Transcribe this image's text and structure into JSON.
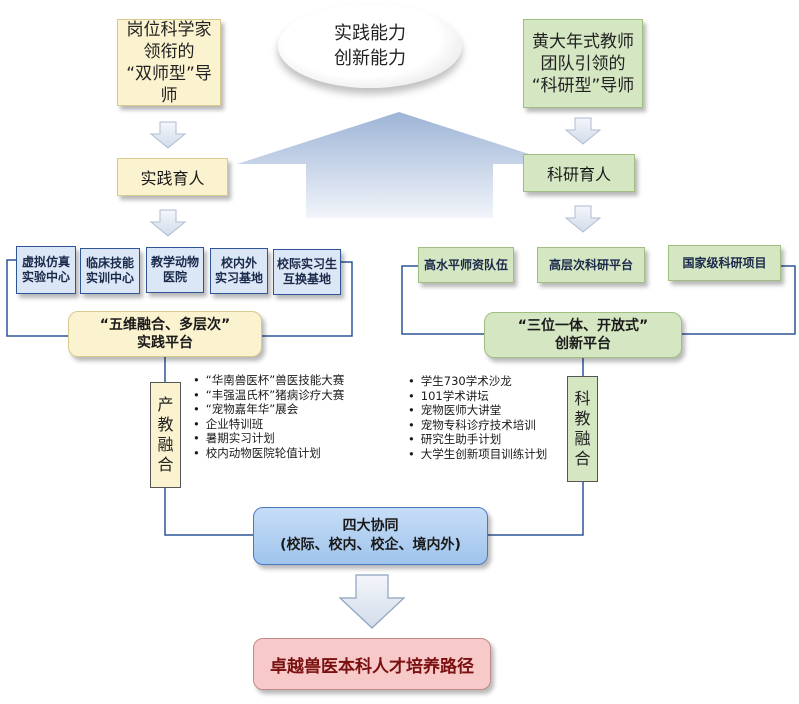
{
  "center_oval": {
    "text": "实践能力\n创新能力"
  },
  "left": {
    "mentor_box": "岗位科学家\n领衔的\n“双师型”导师",
    "education_box": "实践育人",
    "units": [
      "虚拟仿真\n实验中心",
      "临床技能\n实训中心",
      "教学动物\n医院",
      "校内外\n实习基地",
      "校际实习生\n互换基地"
    ],
    "platform": "“五维融合、多层次”\n实践平台",
    "integration_label": "产\n教\n融\n合",
    "activities": [
      "“华南兽医杯”兽医技能大赛",
      "“丰强温氏杯”猪病诊疗大赛",
      "“宠物嘉年华”展会",
      "企业特训班",
      "暑期实习计划",
      "校内动物医院轮值计划"
    ]
  },
  "right": {
    "mentor_box": "黄大年式教师\n团队引领的\n“科研型”导师",
    "education_box": "科研育人",
    "units": [
      "高水平师资队伍",
      "高层次科研平台",
      "国家级科研项目"
    ],
    "platform": "“三位一体、开放式”\n创新平台",
    "integration_label": "科\n教\n融\n合",
    "activities": [
      "学生730学术沙龙",
      "101学术讲坛",
      "宠物医师大讲堂",
      "宠物专科诊疗技术培训",
      "研究生助手计划",
      "大学生创新项目训练计划"
    ]
  },
  "synergy_box": "四大协同\n(校际、校内、校企、境内外)",
  "final_box": "卓越兽医本科人才培养路径",
  "colors": {
    "cream": "#fbf3cf",
    "green": "#d5e6c2",
    "blue": "#dbe6f6",
    "pink": "#f7c9c9",
    "arrow": "#dfe6f1"
  }
}
